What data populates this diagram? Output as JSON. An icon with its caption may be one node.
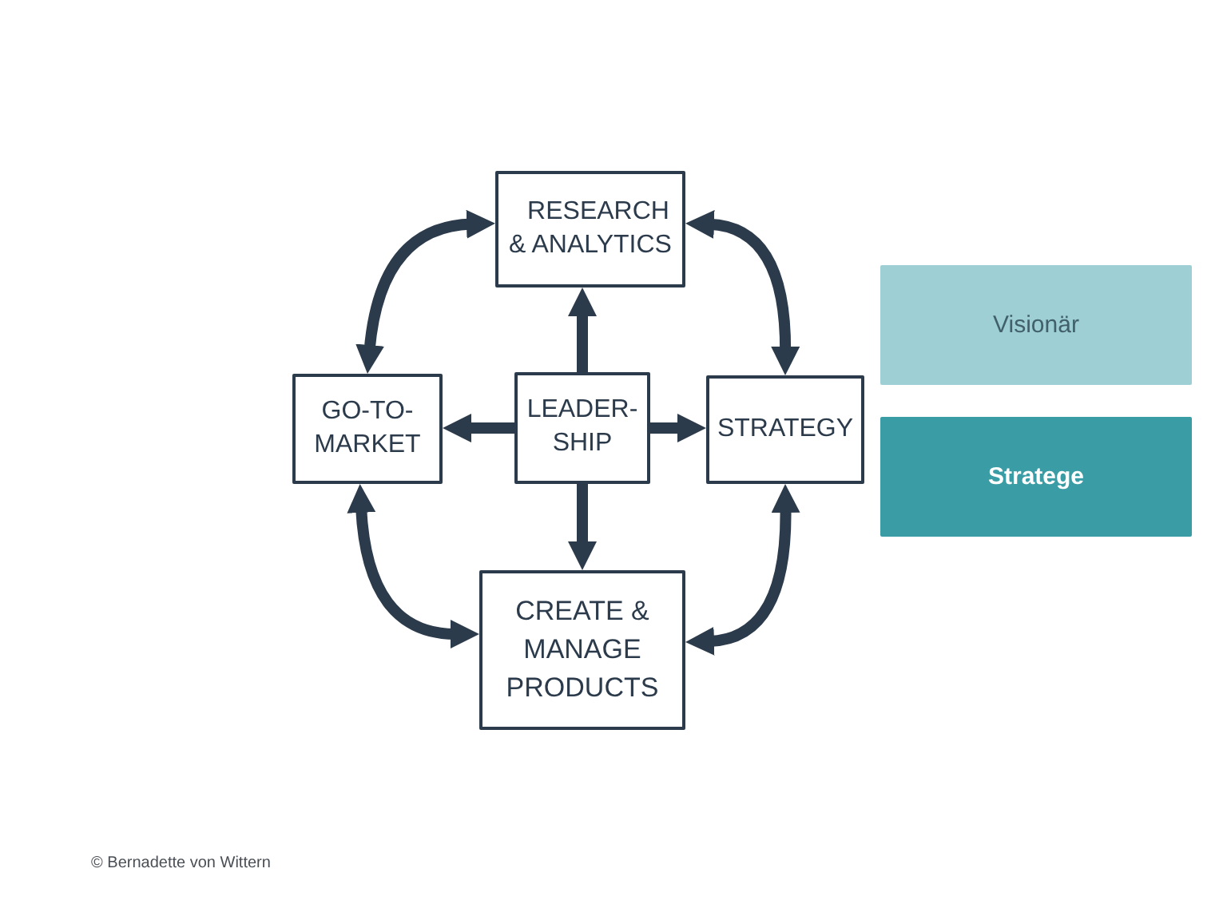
{
  "diagram": {
    "nodes": [
      {
        "text": [
          "RESEARCH & ANALYTICS"
        ]
      },
      {
        "text": [
          "GO-TO-MARKET"
        ]
      },
      {
        "text": [
          "LEADER-SHIP"
        ]
      },
      {
        "text": [
          "STRATEGY"
        ]
      },
      {
        "text": [
          "CREATE & MANAGE PRODUCTS"
        ]
      },
      {
        "text": [
          "Visionär"
        ]
      },
      {
        "text": [
          "Stratege"
        ]
      }
    ],
    "edges": [
      {
        "from": 2,
        "to": 0,
        "arrow": "to"
      },
      {
        "from": 2,
        "to": 1,
        "arrow": "to"
      },
      {
        "from": 2,
        "to": 3,
        "arrow": "to"
      },
      {
        "from": 2,
        "to": 4,
        "arrow": "to"
      },
      {
        "from": 0,
        "to": 1,
        "arrow": "both"
      },
      {
        "from": 0,
        "to": 3,
        "arrow": "both"
      },
      {
        "from": 1,
        "to": 4,
        "arrow": "both"
      },
      {
        "from": 3,
        "to": 4,
        "arrow": "both"
      }
    ],
    "labels": [
      "© Bernadette von Wittern"
    ]
  }
}
